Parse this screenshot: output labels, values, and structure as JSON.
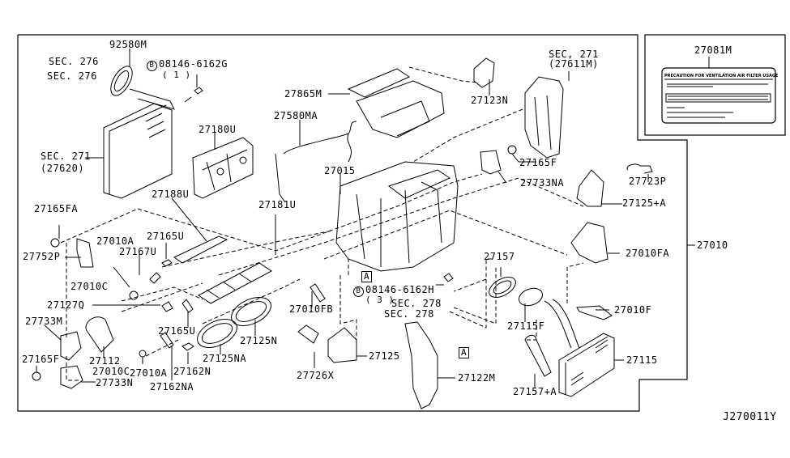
{
  "diagram": {
    "code": "J270011Y",
    "assembly_label": "27010",
    "label_card": {
      "part": "27081M",
      "title": "PRECAUTION FOR VENTILATION AIR FILTER USAGE"
    },
    "markers": {
      "A": "A",
      "B": "B"
    },
    "parts": {
      "p92580M": "92580M",
      "sec276a": "SEC. 276",
      "sec276b": "SEC. 276",
      "bolt_g": "08146-6162G",
      "bolt_g_qty": "( 1 )",
      "sec271_left": "SEC. 271",
      "sec271_left_sub": "(27620)",
      "p27180U": "27180U",
      "p27580MA": "27580MA",
      "p27865M": "27865M",
      "p27123N": "27123N",
      "sec271_right": "SEC, 271",
      "sec271_right_sub": "(27611M)",
      "p27015": "27015",
      "p27165F_r": "27165F",
      "p27733NA": "27733NA",
      "p27723P": "27723P",
      "p27125A": "27125+A",
      "p27010FA": "27010FA",
      "p27188U": "27188U",
      "p27181U": "27181U",
      "p27165FA": "27165FA",
      "p27010A_1": "27010A",
      "p27165U_1": "27165U",
      "p27167U": "27167U",
      "p27752P": "27752P",
      "p27010C_1": "27010C",
      "p27127Q": "27127Q",
      "p27733M": "27733M",
      "p27165F_l": "27165F",
      "p27112": "27112",
      "p27010C_2": "27010C",
      "p27010A_2": "27010A",
      "p27733N": "27733N",
      "p27165U_2": "27165U",
      "p27162N": "27162N",
      "p27162NA": "27162NA",
      "p27125NA": "27125NA",
      "p27125N": "27125N",
      "p27010FB": "27010FB",
      "bolt_h": "08146-6162H",
      "bolt_h_qty": "( 3 )",
      "sec278a": "SEC. 278",
      "sec278b": "SEC. 278",
      "p27726X": "27726X",
      "p27125": "27125",
      "p27122M": "27122M",
      "p27157": "27157",
      "p27115F": "27115F",
      "p27010F": "27010F",
      "p27115": "27115",
      "p27157A": "27157+A"
    }
  }
}
